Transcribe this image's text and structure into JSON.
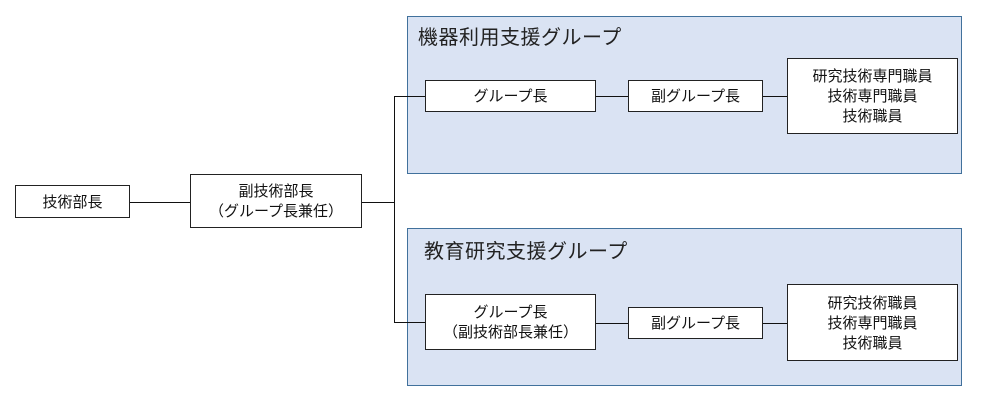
{
  "org_chart": {
    "head": {
      "label": "技術部長"
    },
    "deputy": {
      "line1": "副技術部長",
      "line2": "（グループ長兼任）"
    },
    "groups": [
      {
        "title": "機器利用支援グループ",
        "leader": {
          "line1": "グループ長"
        },
        "sub_leader": {
          "label": "副グループ長"
        },
        "staff": [
          "研究技術専門職員",
          "技術専門職員",
          "技術職員"
        ]
      },
      {
        "title": "教育研究支援グループ",
        "leader": {
          "line1": "グループ長",
          "line2": "（副技術部長兼任）"
        },
        "sub_leader": {
          "label": "副グループ長"
        },
        "staff": [
          "研究技術職員",
          "技術専門職員",
          "技術職員"
        ]
      }
    ]
  }
}
